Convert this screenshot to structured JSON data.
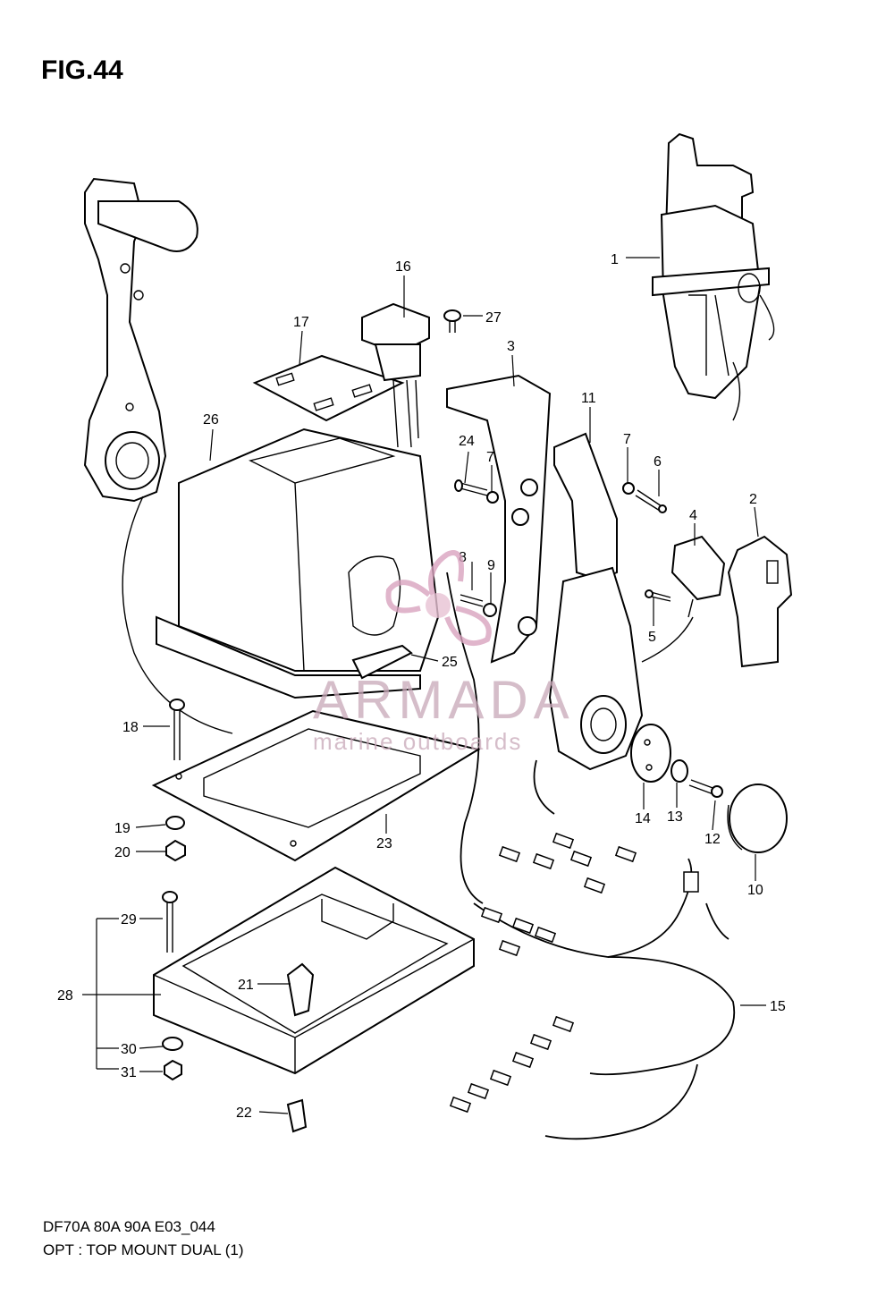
{
  "figure": {
    "title": "FIG.44",
    "footer_line1": "DF70A 80A 90A E03_044",
    "footer_line2": "OPT : TOP MOUNT DUAL (1)"
  },
  "watermark": {
    "brand": "ARMADA",
    "subtitle": "marine outboards",
    "color": "#c8a7b8"
  },
  "callouts": [
    "1",
    "2",
    "3",
    "4",
    "5",
    "6",
    "7",
    "7",
    "8",
    "9",
    "10",
    "11",
    "12",
    "13",
    "14",
    "15",
    "16",
    "17",
    "18",
    "19",
    "20",
    "21",
    "22",
    "23",
    "24",
    "25",
    "26",
    "27",
    "28",
    "29",
    "30",
    "31"
  ]
}
